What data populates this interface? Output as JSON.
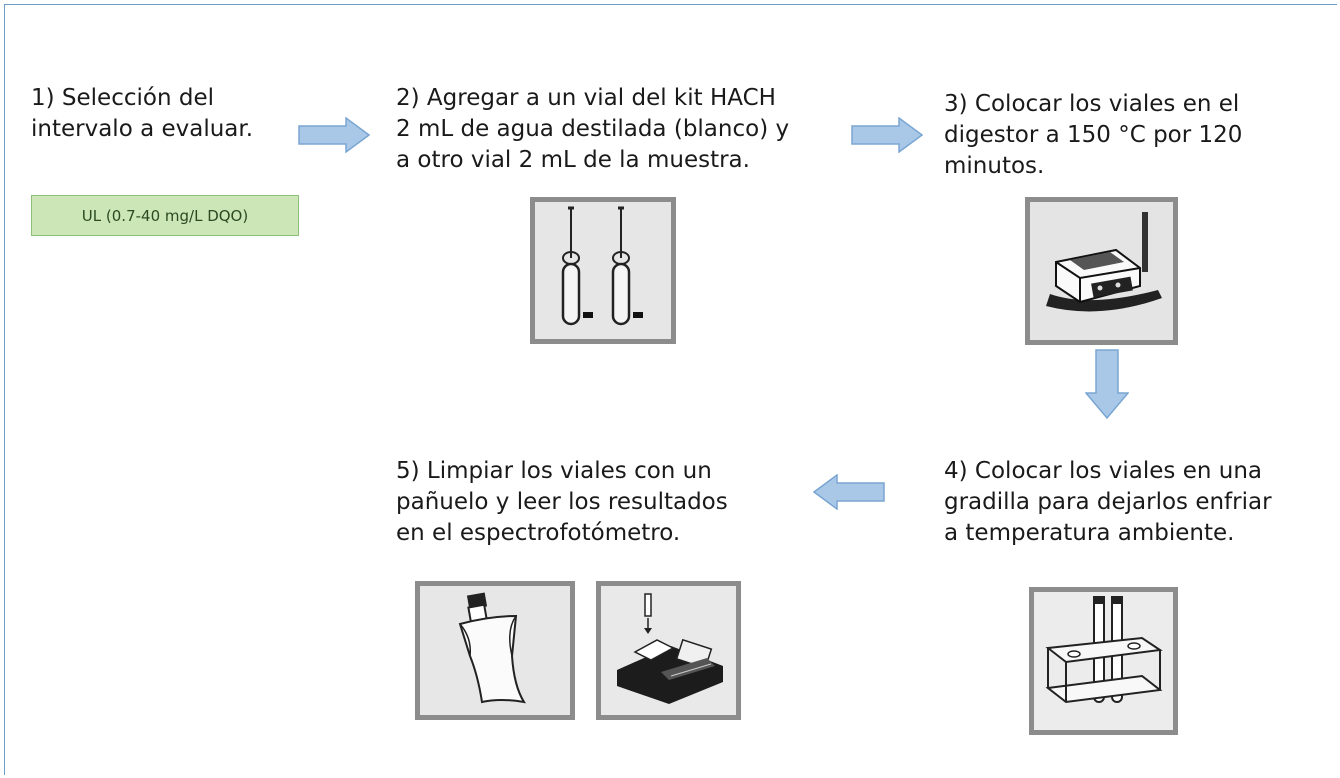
{
  "steps": {
    "s1": "1) Selección del\nintervalo a evaluar.",
    "s2": "2) Agregar a un vial del kit HACH\n2 mL de agua destilada (blanco) y\na otro vial 2 mL de la muestra.",
    "s3": "3) Colocar los viales en el\ndigestor a 150 °C por 120\nminutos.",
    "s4": "4) Colocar los viales en una\ngradilla para dejarlos enfriar\na temperatura ambiente.",
    "s5": "5) Limpiar los viales con un\npañuelo y leer los resultados\nen el espectrofotómetro."
  },
  "range_badge": "UL (0.7-40 mg/L DQO)",
  "colors": {
    "arrow_fill": "#a9c8e8",
    "arrow_stroke": "#7aa6d2",
    "badge_fill": "#cce6b7",
    "photo_frame": "#8c8c8c",
    "frame_line": "#6b9ec9"
  },
  "icons": {
    "vials": "vials-icon",
    "digestor": "digestor-icon",
    "rack": "vial-rack-icon",
    "tissue": "tissue-icon",
    "spectrophotometer": "spectrophotometer-icon"
  }
}
